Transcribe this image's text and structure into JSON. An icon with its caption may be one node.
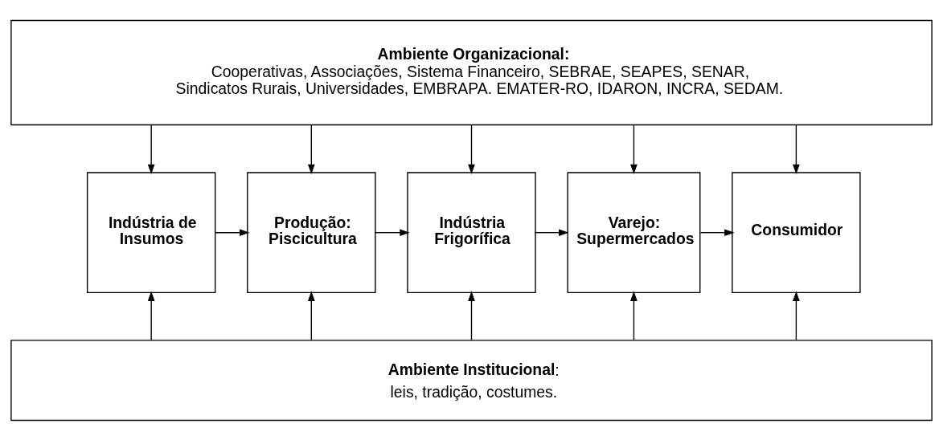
{
  "diagram": {
    "nodes": [
      {
        "text": [
          "**Ambiente Organizacional:** Cooperativas, Associações, Sistema Financeiro, SEBRAE, SEAPES, SENAR, Sindicatos Rurais, Universidades, EMBRAPA. EMATER-RO, IDARON, INCRA, SEDAM."
        ]
      },
      {
        "text": [
          "Indústria de Insumos"
        ]
      },
      {
        "text": [
          "Produção: Piscicultura"
        ]
      },
      {
        "text": [
          "Indústria Frigorífica"
        ]
      },
      {
        "text": [
          "Varejo: Supermercados"
        ]
      },
      {
        "text": [
          "Consumidor"
        ]
      },
      {
        "text": [
          "**Ambiente Institucional**: leis, tradição, costumes."
        ]
      }
    ],
    "edges": [
      {
        "from": 0,
        "to": 1,
        "arrow": "to"
      },
      {
        "from": 0,
        "to": 2,
        "arrow": "to"
      },
      {
        "from": 0,
        "to": 3,
        "arrow": "to"
      },
      {
        "from": 0,
        "to": 4,
        "arrow": "to"
      },
      {
        "from": 0,
        "to": 5,
        "arrow": "to"
      },
      {
        "from": 1,
        "to": 2,
        "arrow": "to"
      },
      {
        "from": 2,
        "to": 3,
        "arrow": "to"
      },
      {
        "from": 3,
        "to": 4,
        "arrow": "to"
      },
      {
        "from": 4,
        "to": 5,
        "arrow": "to"
      },
      {
        "from": 6,
        "to": 1,
        "arrow": "to"
      },
      {
        "from": 6,
        "to": 2,
        "arrow": "to"
      },
      {
        "from": 6,
        "to": 3,
        "arrow": "to"
      },
      {
        "from": 6,
        "to": 4,
        "arrow": "to"
      },
      {
        "from": 6,
        "to": 5,
        "arrow": "to"
      }
    ]
  }
}
